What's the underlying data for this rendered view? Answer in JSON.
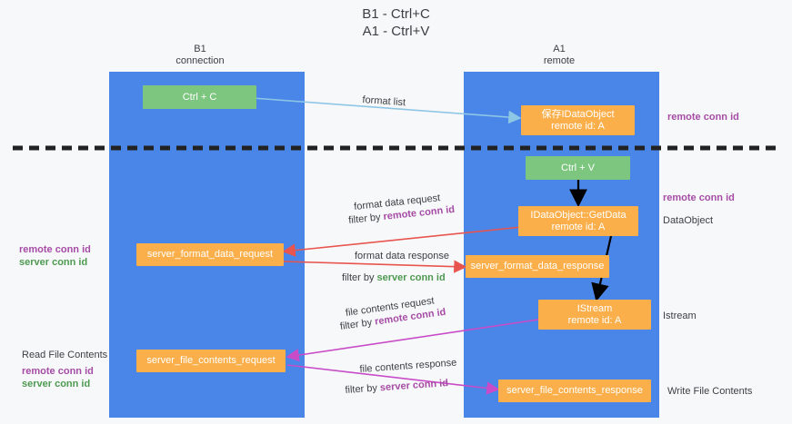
{
  "title": {
    "line1": "B1 - Ctrl+C",
    "line2": "A1 - Ctrl+V"
  },
  "columns": [
    {
      "id": "b1",
      "head1": "B1",
      "head2": "connection",
      "color": "#4a86e8"
    },
    {
      "id": "a1",
      "head1": "A1",
      "head2": "remote",
      "color": "#4a86e8"
    }
  ],
  "colors": {
    "band": "#4a86e8",
    "green_box": "#7dc67f",
    "orange_box": "#fbaf4b",
    "arrow_blue": "#8ec6e6",
    "arrow_black": "#000000",
    "arrow_red": "#e8554f",
    "arrow_magenta": "#c84bc8",
    "remote_conn_id": "#a64ca6",
    "server_conn_id": "#4e9a51",
    "text": "#3c4043",
    "divider": "#222222"
  },
  "nodes": {
    "ctrl_c": {
      "line1": "Ctrl + C",
      "line2": ""
    },
    "save_idataobject": {
      "line1": "保存IDataObject",
      "line2": "remote id: A"
    },
    "ctrl_v": {
      "line1": "Ctrl + V",
      "line2": ""
    },
    "getdata": {
      "line1": "IDataObject::GetData",
      "line2": "remote id: A"
    },
    "server_format_data_request": {
      "line1": "server_format_data_request",
      "line2": ""
    },
    "server_format_data_response": {
      "line1": "server_format_data_response",
      "line2": ""
    },
    "istream": {
      "line1": "IStream",
      "line2": "remote id: A"
    },
    "server_file_contents_request": {
      "line1": "server_file_contents_request",
      "line2": ""
    },
    "server_file_contents_response": {
      "line1": "server_file_contents_response",
      "line2": ""
    }
  },
  "edge_labels": {
    "format_list": "format list",
    "format_data_request": "format data request",
    "format_data_request_filter_prefix": "filter by ",
    "format_data_request_filter_value": "remote conn id",
    "format_data_response": "format data response",
    "format_data_response_filter_prefix": "filter by ",
    "format_data_response_filter_value": "server conn id",
    "file_contents_request": "file contents request",
    "file_contents_request_filter_prefix": "filter by ",
    "file_contents_request_filter_value": "remote conn id",
    "file_contents_response": "file contents response",
    "file_contents_response_filter_prefix": "filter by ",
    "file_contents_response_filter_value": "server conn id"
  },
  "side_labels": {
    "right_remote_conn_id_1": "remote conn id",
    "right_remote_conn_id_2": "remote conn id",
    "right_dataobject": "DataObject",
    "right_istream": "Istream",
    "right_write_file_contents": "Write File Contents",
    "left_remote_conn_id": "remote conn id",
    "left_server_conn_id": "server conn id",
    "left_read_file_contents": "Read File Contents",
    "left_remote_conn_id_2": "remote conn id",
    "left_server_conn_id_2": "server conn id"
  }
}
